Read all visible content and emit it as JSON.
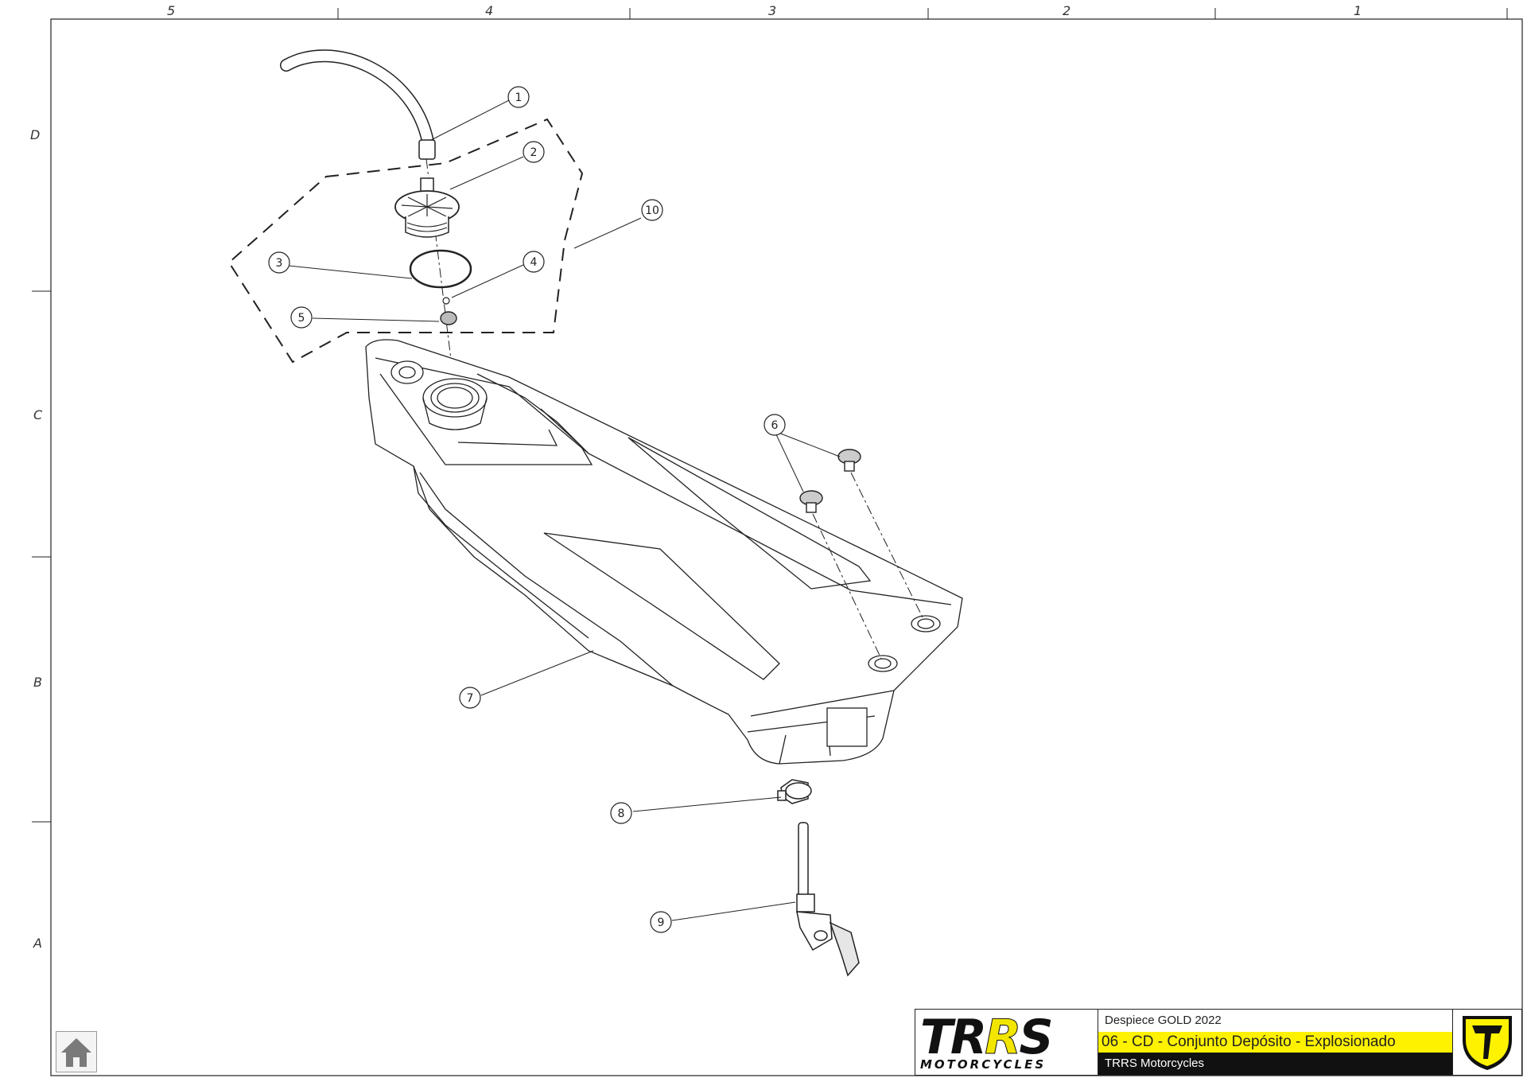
{
  "grid": {
    "columns": [
      "5",
      "4",
      "3",
      "2",
      "1"
    ],
    "rows": [
      "D",
      "C",
      "B",
      "A"
    ]
  },
  "callouts": [
    "1",
    "2",
    "3",
    "4",
    "5",
    "6",
    "7",
    "8",
    "9",
    "10"
  ],
  "title_block": {
    "brand": "TRRS",
    "brand_sub": "MOTORCYCLES",
    "document": "Despiece GOLD 2022",
    "drawing_title": "06 - CD - Conjunto Depósito - Explosionado",
    "company": "TRRS Motorcycles"
  },
  "colors": {
    "accent_yellow": "#fff200",
    "line": "#222222",
    "black_band": "#111111"
  },
  "icons": {
    "home": "home-icon",
    "emblem": "trrs-t-emblem-icon"
  }
}
